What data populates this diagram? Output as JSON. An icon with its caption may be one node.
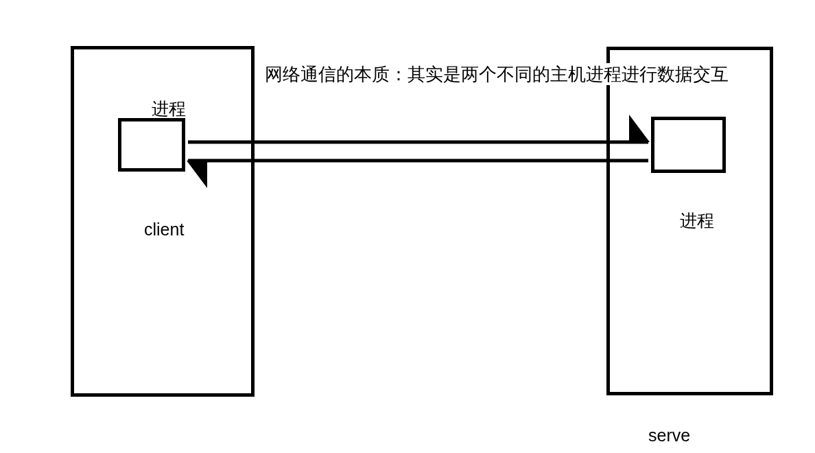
{
  "diagram": {
    "title": "网络通信的本质：其实是两个不同的主机进程进行数据交互",
    "nodes": [
      {
        "text": [
          "client"
        ]
      },
      {
        "text": [
          "进程"
        ],
        "in": 0
      },
      {
        "text": [
          "进程"
        ],
        "beside": [
          "serve"
        ]
      },
      {
        "text": [],
        "shape": "box",
        "in": 2
      }
    ],
    "edges": [
      {
        "from": 1,
        "to": 3,
        "arrow": "to"
      },
      {
        "from": 3,
        "to": 1,
        "arrow": "to"
      }
    ]
  }
}
